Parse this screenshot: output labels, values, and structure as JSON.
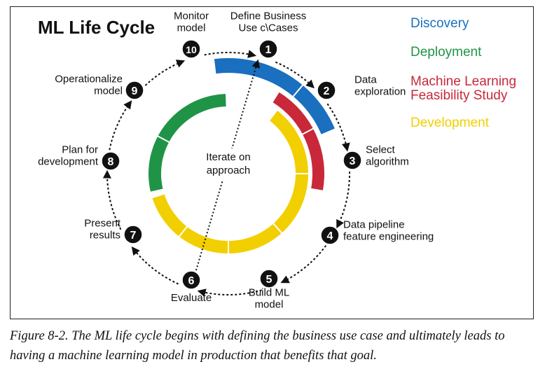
{
  "title": "ML Life Cycle",
  "center_label": "Iterate on\napproach",
  "steps": [
    {
      "number": "1",
      "label": "Define Business\nUse c\\Cases"
    },
    {
      "number": "2",
      "label": "Data\nexploration"
    },
    {
      "number": "3",
      "label": "Select\nalgorithm"
    },
    {
      "number": "4",
      "label": "Data pipeline\nfeature engineering"
    },
    {
      "number": "5",
      "label": "Build ML\nmodel"
    },
    {
      "number": "6",
      "label": "Evaluate"
    },
    {
      "number": "7",
      "label": "Present\nresults"
    },
    {
      "number": "8",
      "label": "Plan for\ndevelopment"
    },
    {
      "number": "9",
      "label": "Operationalize\nmodel"
    },
    {
      "number": "10",
      "label": "Monitor\nmodel"
    }
  ],
  "legend": [
    {
      "label": "Discovery",
      "color": "#1a6fbf"
    },
    {
      "label": "Deployment",
      "color": "#1f9447"
    },
    {
      "label": "Machine Learning\nFeasibility Study",
      "color": "#c8283a"
    },
    {
      "label": "Development",
      "color": "#f2cf00"
    }
  ],
  "caption": "Figure 8-2. The ML life cycle begins with defining the business use case and ultimately leads to having a machine learning model in production that benefits that goal."
}
